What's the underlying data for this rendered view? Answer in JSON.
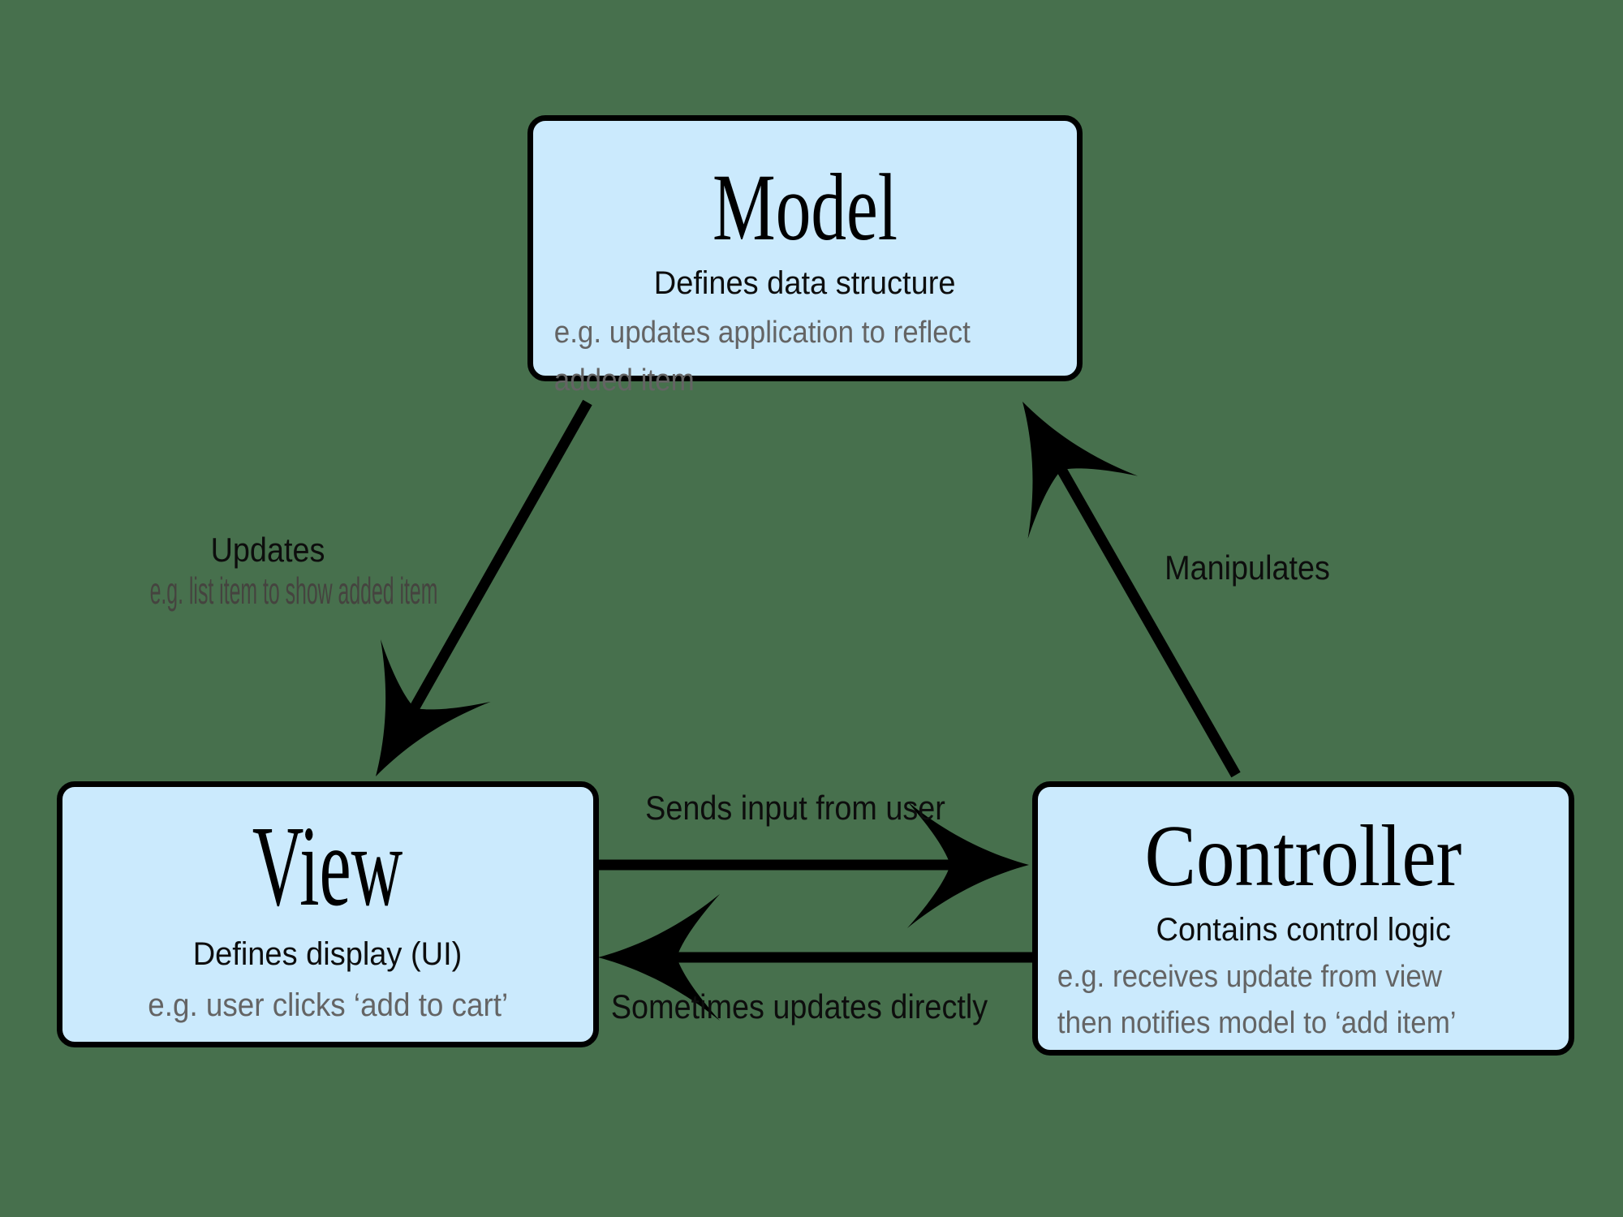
{
  "colors": {
    "background": "#47704D",
    "box_fill": "#CBEAFD",
    "box_border": "#000000",
    "arrow": "#000000",
    "text_primary": "#0D0D0D",
    "text_secondary": "#646464"
  },
  "nodes": {
    "model": {
      "title": "Model",
      "subtitle": "Defines data structure",
      "example": "e.g. updates application to reflect\nadded item"
    },
    "view": {
      "title": "View",
      "subtitle": "Defines display (UI)",
      "example": "e.g. user clicks ‘add to cart’"
    },
    "controller": {
      "title": "Controller",
      "subtitle": "Contains control logic",
      "example": "e.g. receives update from view\nthen notifies model to ‘add item’"
    }
  },
  "edges": {
    "model_to_view": {
      "label": "Updates",
      "sublabel": "e.g. list item to show added item"
    },
    "controller_to_model": {
      "label": "Manipulates"
    },
    "view_to_controller": {
      "label": "Sends input from user"
    },
    "controller_to_view": {
      "label": "Sometimes updates directly"
    }
  }
}
